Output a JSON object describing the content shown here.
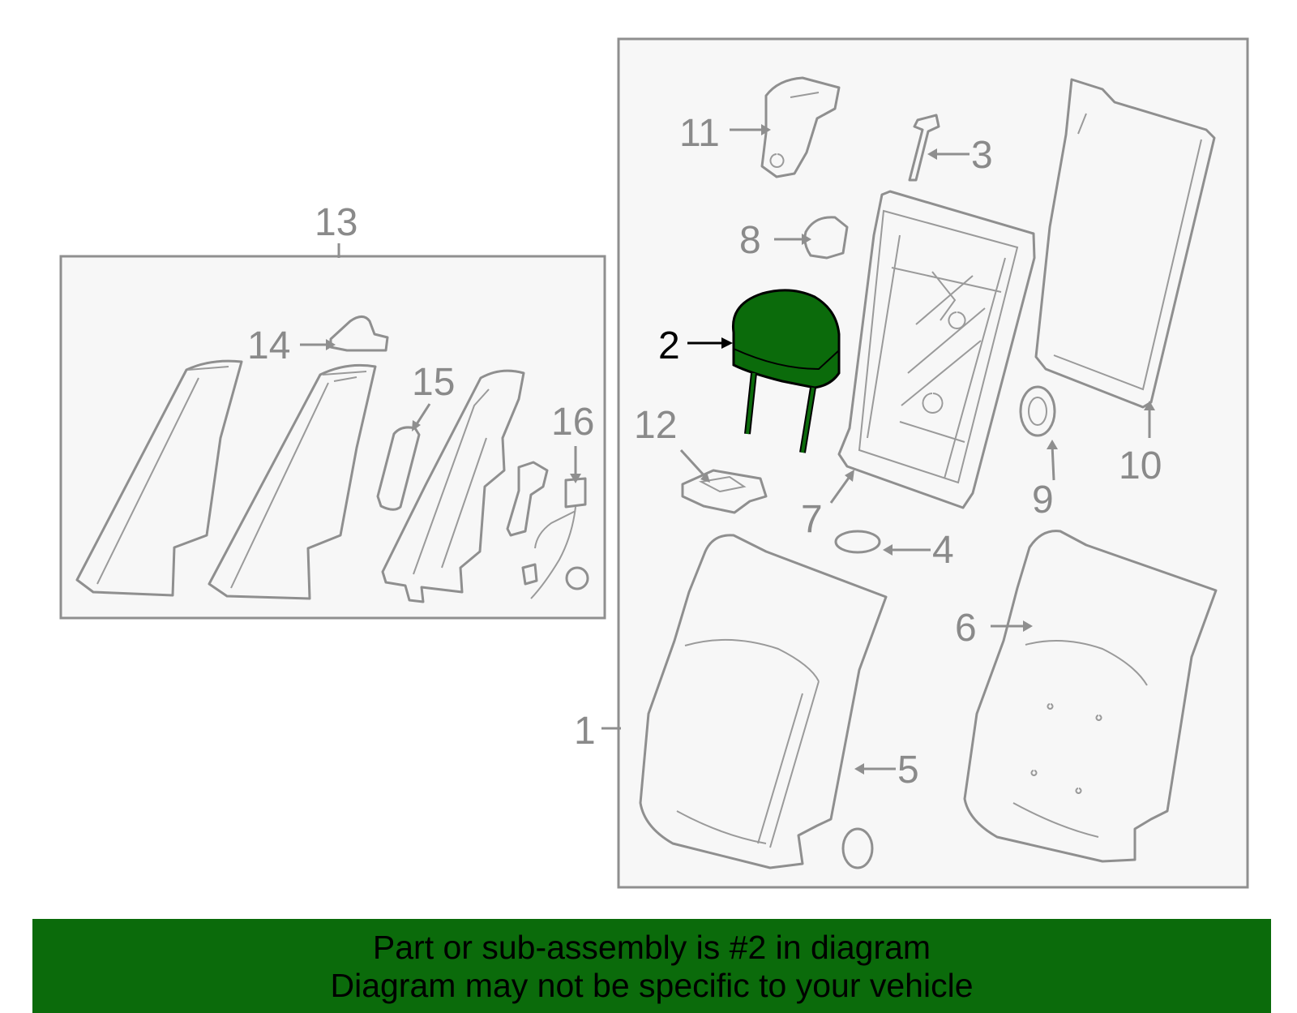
{
  "callouts": {
    "c1": "1",
    "c2": "2",
    "c3": "3",
    "c4": "4",
    "c5": "5",
    "c6": "6",
    "c7": "7",
    "c8": "8",
    "c9": "9",
    "c10": "10",
    "c11": "11",
    "c12": "12",
    "c13": "13",
    "c14": "14",
    "c15": "15",
    "c16": "16"
  },
  "highlight": {
    "part_number": "2",
    "color": "#0b6b0b"
  },
  "colors": {
    "line": "#8f8f8f",
    "fill": "#f7f7f7",
    "banner": "#0b6b0b"
  },
  "banner": {
    "line1": "Part or sub-assembly is #2 in diagram",
    "line2": "Diagram may not be specific to your vehicle"
  }
}
